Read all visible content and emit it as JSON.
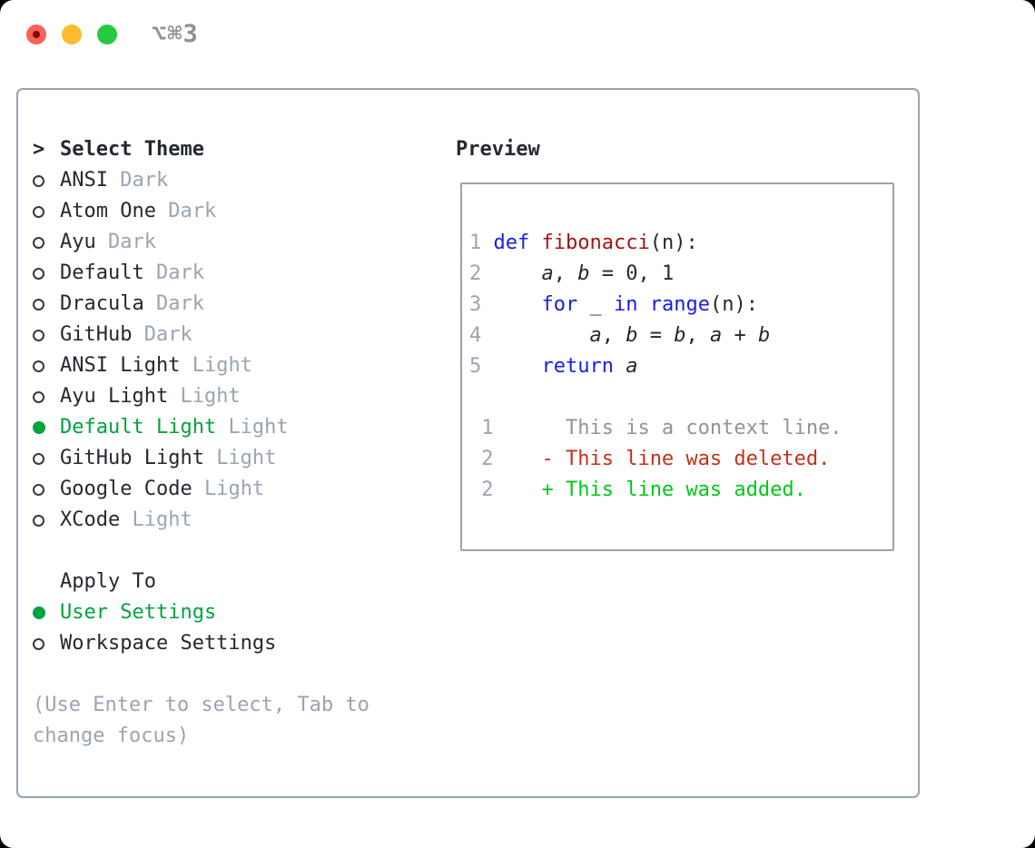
{
  "window": {
    "title": "⌥⌘3"
  },
  "colors": {
    "traffic_red": "#ff5f57",
    "traffic_red_dot": "#7a0d06",
    "traffic_yellow": "#febc2e",
    "traffic_green": "#28c840",
    "title_gray": "#8d9095",
    "box_border": "#99a3af",
    "ink": "#24292f",
    "muted": "#9aa5b1",
    "ring": "#333a42",
    "sel_green": "#00a33f",
    "add_green": "#00c718",
    "del_red": "#c43019",
    "ctx_gray": "#8d959d",
    "kw_blue": "#1b1bed",
    "fn_red": "#a31515"
  },
  "panel": {
    "pointer": ">",
    "select_theme_header": "Select Theme",
    "themes": [
      {
        "name": "ANSI",
        "variant": "Dark",
        "selected": false
      },
      {
        "name": "Atom One",
        "variant": "Dark",
        "selected": false
      },
      {
        "name": "Ayu",
        "variant": "Dark",
        "selected": false
      },
      {
        "name": "Default",
        "variant": "Dark",
        "selected": false
      },
      {
        "name": "Dracula",
        "variant": "Dark",
        "selected": false
      },
      {
        "name": "GitHub",
        "variant": "Dark",
        "selected": false
      },
      {
        "name": "ANSI Light",
        "variant": "Light",
        "selected": false
      },
      {
        "name": "Ayu Light",
        "variant": "Light",
        "selected": false
      },
      {
        "name": "Default Light",
        "variant": "Light",
        "selected": true
      },
      {
        "name": "GitHub Light",
        "variant": "Light",
        "selected": false
      },
      {
        "name": "Google Code",
        "variant": "Light",
        "selected": false
      },
      {
        "name": "XCode",
        "variant": "Light",
        "selected": false
      }
    ],
    "apply_to_header": "Apply To",
    "apply_options": [
      {
        "label": "User Settings",
        "selected": true
      },
      {
        "label": "Workspace Settings",
        "selected": false
      }
    ],
    "help_lines": [
      "(Use Enter to select, Tab to",
      "change focus)"
    ]
  },
  "preview": {
    "title": "Preview",
    "lines": [
      [
        {
          "s": "num",
          "t": "1"
        },
        {
          "s": "pl",
          "t": " "
        },
        {
          "s": "kw",
          "t": "def"
        },
        {
          "s": "pl",
          "t": " "
        },
        {
          "s": "fn",
          "t": "fibonacci"
        },
        {
          "s": "pl",
          "t": "(n):"
        }
      ],
      [
        {
          "s": "num",
          "t": "2"
        },
        {
          "s": "pl",
          "t": "     "
        },
        {
          "s": "v",
          "t": "a"
        },
        {
          "s": "pl",
          "t": ", "
        },
        {
          "s": "v",
          "t": "b"
        },
        {
          "s": "pl",
          "t": " = 0, 1"
        }
      ],
      [
        {
          "s": "num",
          "t": "3"
        },
        {
          "s": "pl",
          "t": "     "
        },
        {
          "s": "kw",
          "t": "for"
        },
        {
          "s": "pl",
          "t": " _ "
        },
        {
          "s": "kw",
          "t": "in"
        },
        {
          "s": "pl",
          "t": " "
        },
        {
          "s": "kw",
          "t": "range"
        },
        {
          "s": "pl",
          "t": "(n):"
        }
      ],
      [
        {
          "s": "num",
          "t": "4"
        },
        {
          "s": "pl",
          "t": "         "
        },
        {
          "s": "v",
          "t": "a"
        },
        {
          "s": "pl",
          "t": ", "
        },
        {
          "s": "v",
          "t": "b"
        },
        {
          "s": "pl",
          "t": " = "
        },
        {
          "s": "v",
          "t": "b"
        },
        {
          "s": "pl",
          "t": ", "
        },
        {
          "s": "v",
          "t": "a"
        },
        {
          "s": "pl",
          "t": " + "
        },
        {
          "s": "v",
          "t": "b"
        }
      ],
      [
        {
          "s": "num",
          "t": "5"
        },
        {
          "s": "pl",
          "t": "     "
        },
        {
          "s": "kw",
          "t": "return"
        },
        {
          "s": "pl",
          "t": " "
        },
        {
          "s": "v",
          "t": "a"
        }
      ],
      [],
      [
        {
          "s": "num",
          "t": " 1"
        },
        {
          "s": "ctx",
          "t": "      This is a context line."
        }
      ],
      [
        {
          "s": "num",
          "t": " 2"
        },
        {
          "s": "pl",
          "t": "    "
        },
        {
          "s": "del",
          "t": "- This line was deleted."
        }
      ],
      [
        {
          "s": "num",
          "t": " 2"
        },
        {
          "s": "pl",
          "t": "    "
        },
        {
          "s": "add",
          "t": "+ This line was added."
        }
      ]
    ]
  }
}
